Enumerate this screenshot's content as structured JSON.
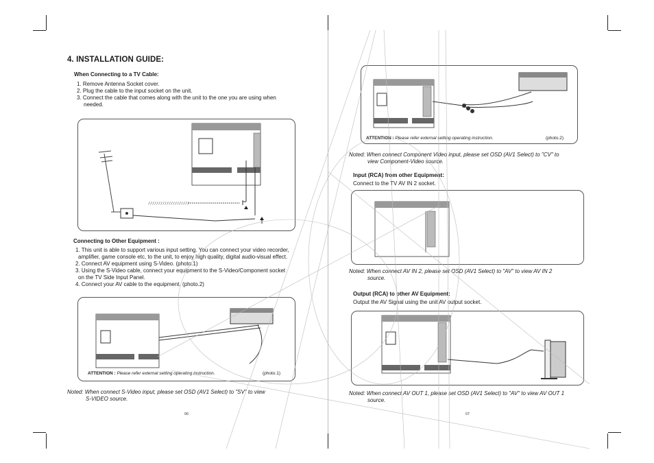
{
  "left_page": {
    "heading": "4. INSTALLATION GUIDE:",
    "tv_cable": {
      "title": "When Connecting to a TV Cable:",
      "steps": [
        "1. Remove Antenna Socket cover.",
        "2. Plug the cable to the input socket on the unit.",
        "3. Connect the cable that comes along with the unit to the one you are using when",
        "needed."
      ]
    },
    "other_equipment": {
      "title": "Connecting to Other Equipment :",
      "steps": [
        "1. This unit is able to support various input setting. You can connect your video recorder,",
        "amplifier, game console etc, to the unit, to enjoy high quality, digital audio-visual effect.",
        "2. Connect AV equipment using S-Video. (photo.1)",
        "3. Using the S-Video cable, connect your equipment to the S-Video/Component socket",
        "on the TV Side Input Panel.",
        "4. Connect your AV cable to the equipment. (photo.2)"
      ]
    },
    "photo1": {
      "attention_label": "ATTENTION :",
      "attention_text": "Please refer external setting operating instruction.",
      "caption": "(photo.1)"
    },
    "note": {
      "line1": "Noted: When connect S-Video input, please set OSD (AV1 Select) to \"SV\" to view",
      "line2": "S-VIDEO source."
    },
    "page_number": "06"
  },
  "right_page": {
    "photo2": {
      "attention_label": "ATTENTION :",
      "attention_text": "Please refer external setting operating instruction.",
      "caption": "(photo.2)"
    },
    "note_component": {
      "line1": "Noted: When connect Component Video input, please set OSD (AV1 Select) to \"CV\" to",
      "line2": "view Component-Video source."
    },
    "input_rca": {
      "title": "Input (RCA) from other Equipment:",
      "text": "Connect to the TV AV IN 2 socket."
    },
    "note_av_in": {
      "line1": "Noted: When connect AV IN 2, please set OSD (AV1 Select) to \"AV\" to view AV IN 2",
      "line2": "source."
    },
    "output_rca": {
      "title": "Output (RCA) to other AV Equipment:",
      "text": "Output the AV Signal using the unit AV output socket."
    },
    "note_av_out": {
      "line1": "Noted: When connect AV OUT 1, please set OSD (AV1 Select) to \"AV\" to view AV OUT 1",
      "line2": "source."
    },
    "page_number": "07"
  }
}
